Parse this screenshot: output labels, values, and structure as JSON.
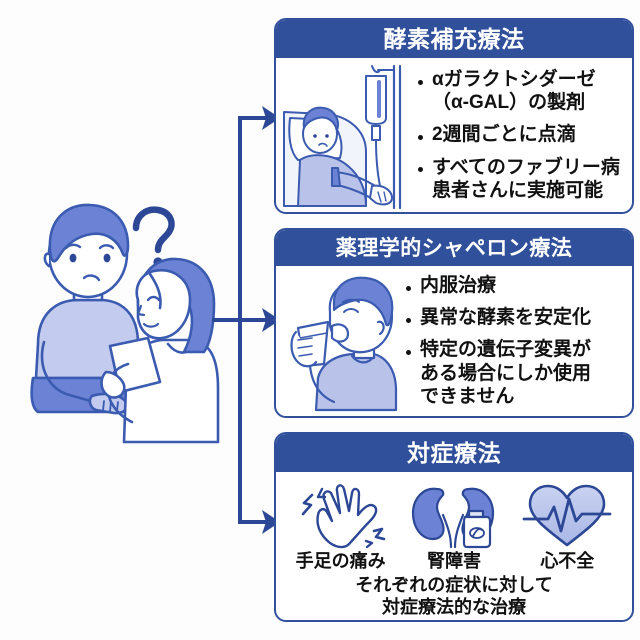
{
  "illustration": {
    "left_scene": {
      "name": "patient-and-doctor-scene",
      "question_mark": "?",
      "patient_description": "puzzled seated patient",
      "doctor_description": "doctor holding documents"
    },
    "colors": {
      "header_blue": "#31509c",
      "border_blue": "#31509c",
      "line_blue": "#3a5bb0",
      "fill_light": "#b9c3ea",
      "fill_mid": "#6c82d4",
      "fill_pale": "#dfe4f6",
      "text_dark": "#111111",
      "background": "#fdfdfd"
    }
  },
  "arrows": {
    "name": "branching-connector",
    "count": 3,
    "labels": [
      "arrow-to-enzyme-replacement",
      "arrow-to-chaperone",
      "arrow-to-symptomatic"
    ]
  },
  "panels": [
    {
      "id": "enzyme-replacement",
      "title": "酵素補充療法",
      "figure": "iv-drip-patient-illustration",
      "bullets": [
        "αガラクトシダーゼ\n（α-GAL）の製剤",
        "2週間ごとに点滴",
        "すべてのファブリー病\n患者さんに実施可能"
      ]
    },
    {
      "id": "pharmacological-chaperone",
      "title": "薬理学的シャペロン療法",
      "figure": "person-drinking-medicine-illustration",
      "bullets": [
        "内服治療",
        "異常な酵素を安定化",
        "特定の遺伝子変異が\nある場合にしか使用\nできません"
      ]
    },
    {
      "id": "symptomatic-therapy",
      "title": "対症療法",
      "symptoms": [
        {
          "icon": "hand-pain-icon",
          "label": "手足の痛み"
        },
        {
          "icon": "kidney-disorder-icon",
          "label": "腎障害"
        },
        {
          "icon": "heart-failure-icon",
          "label": "心不全"
        }
      ],
      "caption": "それぞれの症状に対して\n対症療法的な治療"
    }
  ]
}
